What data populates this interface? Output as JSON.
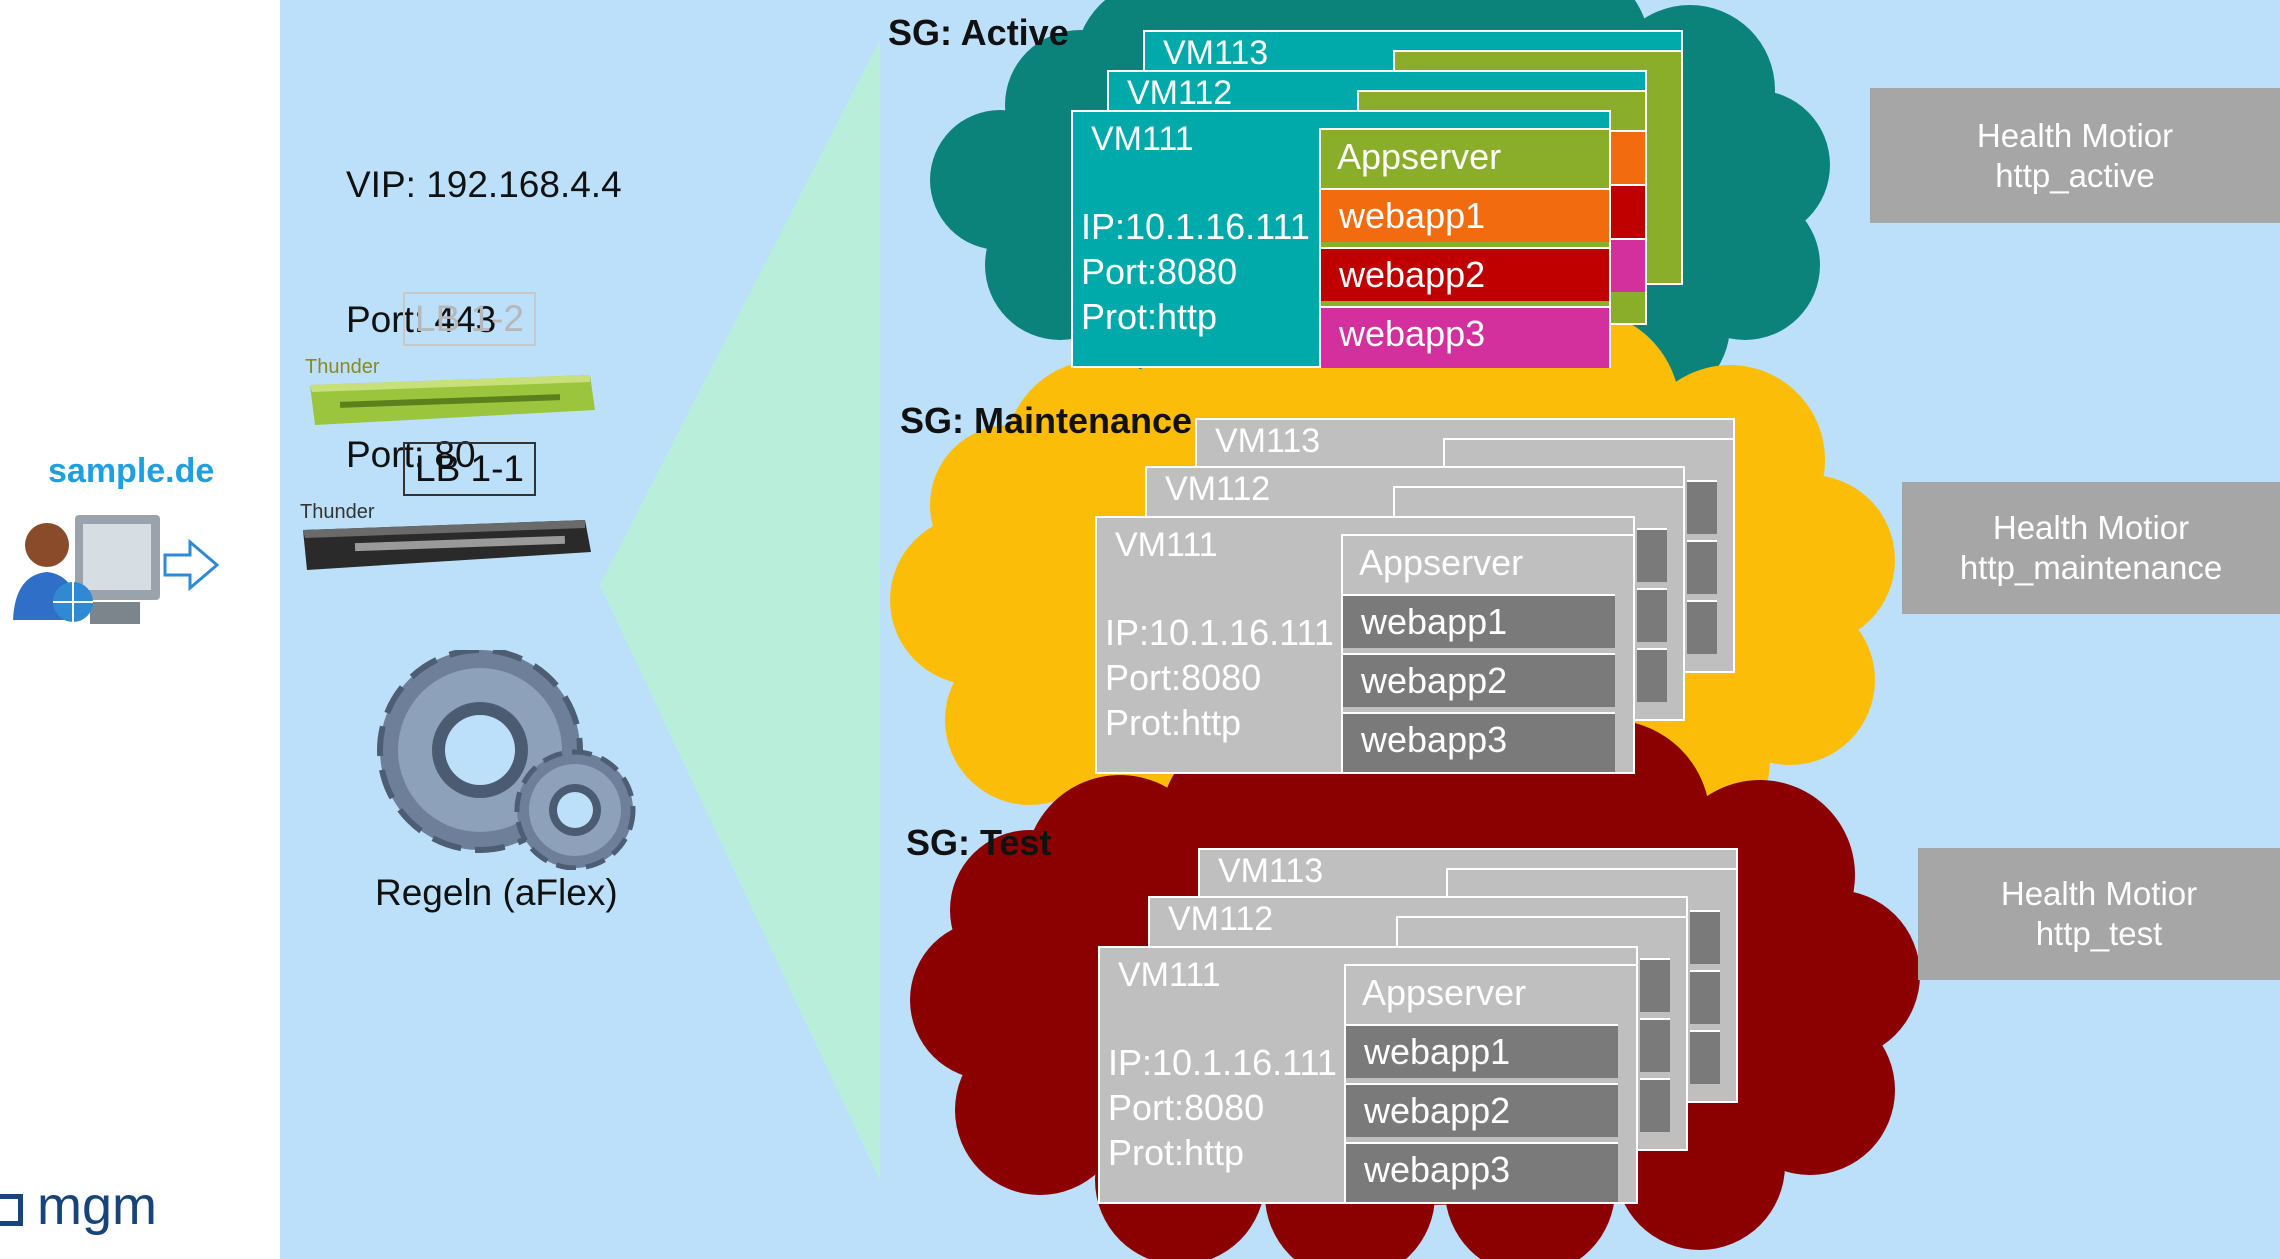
{
  "vip": {
    "line1": "VIP: 192.168.4.4",
    "line2": "Port: 443",
    "line3": "Port: 80"
  },
  "lb": {
    "lb2": "LB 1-2",
    "lb1": "LB 1-1",
    "brand": "Thunder"
  },
  "client": {
    "label": "sample.de"
  },
  "rules": {
    "label": "Regeln (aFlex)"
  },
  "logo": {
    "text": "mgm"
  },
  "groups": [
    {
      "label": "SG: Active",
      "vm_front": {
        "name": "VM111",
        "ip": "IP:10.1.16.111",
        "port": "Port:8080",
        "prot": "Prot:http"
      },
      "vm_back": [
        "VM112",
        "VM113"
      ],
      "app": {
        "title": "Appserver",
        "webapps": [
          "webapp1",
          "webapp2",
          "webapp3"
        ]
      },
      "health": {
        "line1": "Health Motior",
        "line2": "http_active"
      }
    },
    {
      "label": "SG: Maintenance",
      "vm_front": {
        "name": "VM111",
        "ip": "IP:10.1.16.111",
        "port": "Port:8080",
        "prot": "Prot:http"
      },
      "vm_back": [
        "VM112",
        "VM113"
      ],
      "app": {
        "title": "Appserver",
        "webapps": [
          "webapp1",
          "webapp2",
          "webapp3"
        ]
      },
      "health": {
        "line1": "Health Motior",
        "line2": "http_maintenance"
      }
    },
    {
      "label": "SG: Test",
      "vm_front": {
        "name": "VM111",
        "ip": "IP:10.1.16.111",
        "port": "Port:8080",
        "prot": "Prot:http"
      },
      "vm_back": [
        "VM112",
        "VM113"
      ],
      "app": {
        "title": "Appserver",
        "webapps": [
          "webapp1",
          "webapp2",
          "webapp3"
        ]
      },
      "health": {
        "line1": "Health Motior",
        "line2": "http_test"
      }
    }
  ],
  "colors": {
    "panel": "#bde0fa",
    "triangle": "#b9eedb",
    "cloud_active": "#0b837b",
    "cloud_maintenance": "#fbbd08",
    "cloud_test": "#8b0000",
    "vm_active": "#00aaaa",
    "app_active": "#8aae2a",
    "webapp1_active": "#f26c0f",
    "webapp2_active": "#c00000",
    "webapp3_active": "#d32f9d",
    "vm_gray": "#bfbfbf",
    "webapp_gray": "#7a7a7a",
    "health": "#a6a6a6",
    "label_blue": "#1ea0e0"
  },
  "icons": [
    "thunder-appliance-icon",
    "client-computer-icon",
    "arrow-right-icon",
    "gears-icon",
    "mgm-logo-icon"
  ]
}
